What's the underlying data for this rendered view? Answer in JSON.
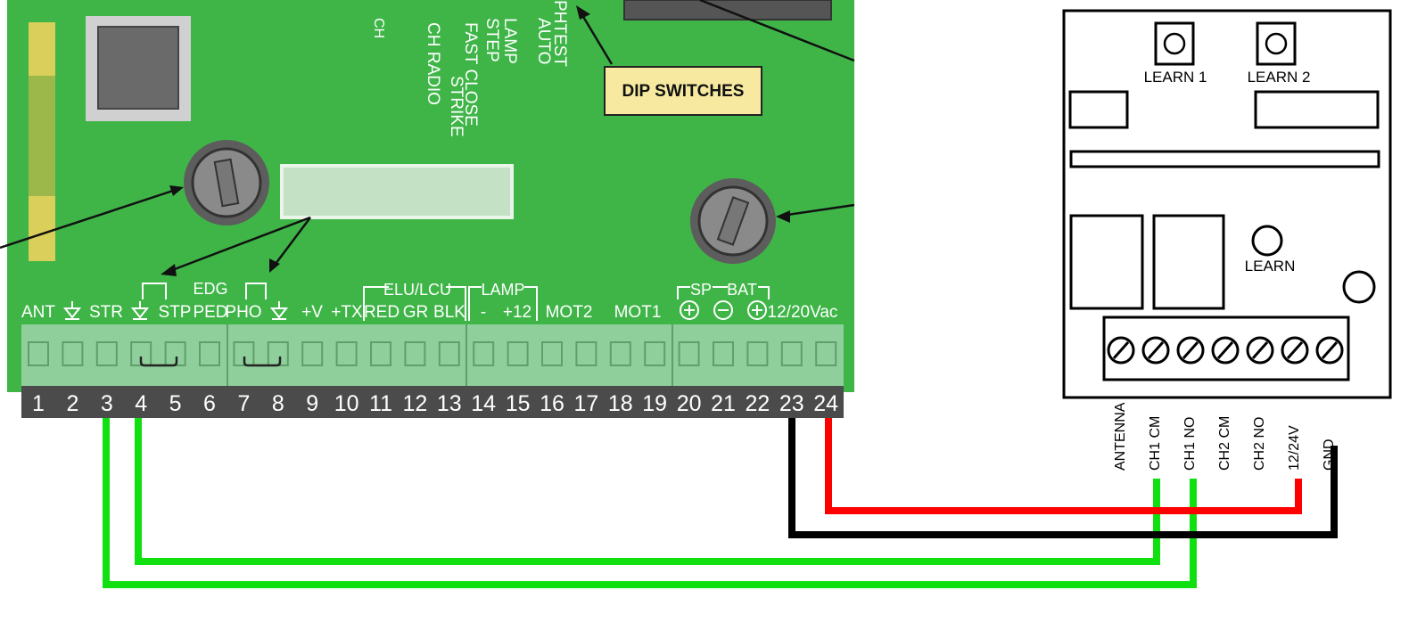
{
  "board": {
    "top_label_faint": "CH",
    "dip_labels": [
      "CH RADIO",
      "STRIKE",
      "FAST CLOSE",
      "STEP",
      "LAMP",
      "PHTEST",
      "AUTO"
    ],
    "dip_callout": "DIP SWITCHES",
    "group_labels": {
      "edg": "EDG",
      "elu_lcu": "ELU/LCU",
      "lamp": "LAMP",
      "sp": "SP",
      "bat": "BAT"
    },
    "terminal_labels": [
      {
        "text": "ANT",
        "type": "text"
      },
      {
        "text": "",
        "type": "ground"
      },
      {
        "text": "STR",
        "type": "text"
      },
      {
        "text": "",
        "type": "ground"
      },
      {
        "text": "STP",
        "type": "text"
      },
      {
        "text": "PED",
        "type": "text"
      },
      {
        "text": "PHO",
        "type": "text"
      },
      {
        "text": "",
        "type": "ground"
      },
      {
        "text": "+V",
        "type": "text"
      },
      {
        "text": "+TX",
        "type": "text"
      },
      {
        "text": "RED",
        "type": "text"
      },
      {
        "text": "GR",
        "type": "text"
      },
      {
        "text": "BLK",
        "type": "text"
      },
      {
        "text": "-",
        "type": "text"
      },
      {
        "text": "+12",
        "type": "text"
      },
      {
        "text": "MOT2",
        "type": "text"
      },
      {
        "text": "MOT1",
        "type": "text"
      },
      {
        "text": "",
        "type": "plus"
      },
      {
        "text": "",
        "type": "minus"
      },
      {
        "text": "",
        "type": "plus"
      },
      {
        "text": "12/20Vac",
        "type": "text"
      }
    ],
    "terminal_numbers": [
      "1",
      "2",
      "3",
      "4",
      "5",
      "6",
      "7",
      "8",
      "9",
      "10",
      "11",
      "12",
      "13",
      "14",
      "15",
      "16",
      "17",
      "18",
      "19",
      "20",
      "21",
      "22",
      "23",
      "24"
    ]
  },
  "receiver": {
    "learn1": "LEARN 1",
    "learn2": "LEARN 2",
    "learn": "LEARN",
    "terminals": [
      "ANTENNA",
      "CH1 CM",
      "CH1 NO",
      "CH2 CM",
      "CH2 NO",
      "12/24V",
      "GND"
    ]
  },
  "wires": [
    {
      "from": "3",
      "to": "CH1 NO",
      "color": "#10e010"
    },
    {
      "from": "4",
      "to": "CH1 CM",
      "color": "#10e010"
    },
    {
      "from": "23",
      "to": "GND",
      "color": "#000000"
    },
    {
      "from": "24",
      "to": "12/24V",
      "color": "#ff0000"
    }
  ],
  "colors": {
    "board": "#3fb548",
    "terminal_block": "#8fcf9c",
    "number_strip": "#4b4b4b",
    "wire_green": "#10e010",
    "wire_red": "#ff0000",
    "wire_black": "#000000",
    "callout": "#f7eaa0"
  }
}
